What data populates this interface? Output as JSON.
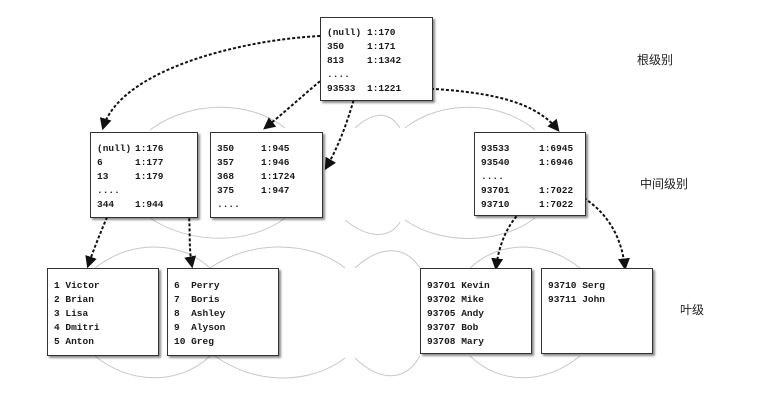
{
  "levels": {
    "root": "根级别",
    "intermediate": "中间级别",
    "leaf": "叶级"
  },
  "root_page": [
    {
      "key": "(null)",
      "val": "1:170"
    },
    {
      "key": "350",
      "val": "1:171"
    },
    {
      "key": "813",
      "val": "1:1342"
    },
    {
      "key": "....",
      "val": ""
    },
    {
      "key": "93533",
      "val": "1:1221"
    }
  ],
  "intermediate_pages": [
    [
      {
        "key": "(null)",
        "val": "1:176"
      },
      {
        "key": "6",
        "val": "1:177"
      },
      {
        "key": "13",
        "val": "1:179"
      },
      {
        "key": "....",
        "val": ""
      },
      {
        "key": "344",
        "val": "1:944"
      }
    ],
    [
      {
        "key": "350",
        "val": "1:945"
      },
      {
        "key": "357",
        "val": "1:946"
      },
      {
        "key": "368",
        "val": "1:1724"
      },
      {
        "key": "375",
        "val": "1:947"
      },
      {
        "key": "....",
        "val": ""
      }
    ],
    [
      {
        "key": "93533",
        "val": "1:6945"
      },
      {
        "key": "93540",
        "val": "1:6946"
      },
      {
        "key": "....",
        "val": ""
      },
      {
        "key": "93701",
        "val": "1:7022"
      },
      {
        "key": "93710",
        "val": "1:7022"
      }
    ]
  ],
  "leaf_pages": [
    [
      "1 Victor",
      "2 Brian",
      "3 Lisa",
      "4 Dmitri",
      "5 Anton"
    ],
    [
      "6  Perry",
      "7  Boris",
      "8  Ashley",
      "9  Alyson",
      "10 Greg"
    ],
    [
      "93701 Kevin",
      "93702 Mike",
      "93705 Andy",
      "93707 Bob",
      "93708 Mary"
    ],
    [
      "93710 Serg",
      "93711 John"
    ]
  ]
}
